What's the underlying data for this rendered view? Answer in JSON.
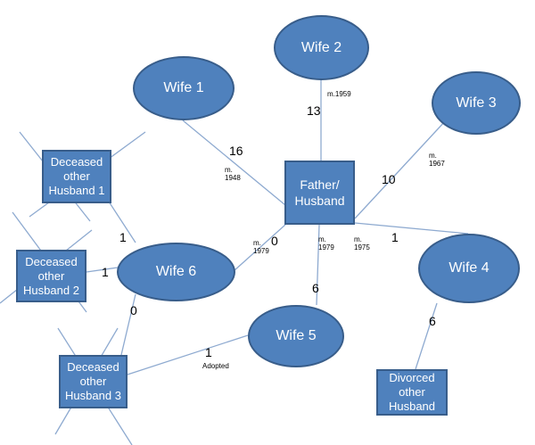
{
  "nodes": {
    "wife1": "Wife 1",
    "wife2": "Wife 2",
    "wife3": "Wife 3",
    "wife4": "Wife 4",
    "wife5": "Wife 5",
    "wife6": "Wife 6",
    "father": "Father/\nHusband",
    "deceased1": "Deceased\nother\nHusband 1",
    "deceased2": "Deceased\nother\nHusband 2",
    "deceased3": "Deceased\nother\nHusband 3",
    "divorced": "Divorced\nother\nHusband"
  },
  "counts": {
    "wife1": "16",
    "wife2": "13",
    "wife3": "10",
    "wife4": "1",
    "wife4_child": "6",
    "wife5": "6",
    "wife5_adopted": "1",
    "wife6": "0",
    "wife6_h1": "1",
    "wife6_h2": "1",
    "wife6_h3": "0"
  },
  "marriages": {
    "wife1": "m.\n1948",
    "wife2": "m.1959",
    "wife3": "m.\n1967",
    "wife4": "m.\n1975",
    "wife5": "m.\n1979",
    "wife6": "m.\n1979"
  },
  "notes": {
    "adopted": "Adopted"
  },
  "colors": {
    "fill": "#4f81bd",
    "stroke": "#385d8a",
    "line": "#8eaad0"
  }
}
